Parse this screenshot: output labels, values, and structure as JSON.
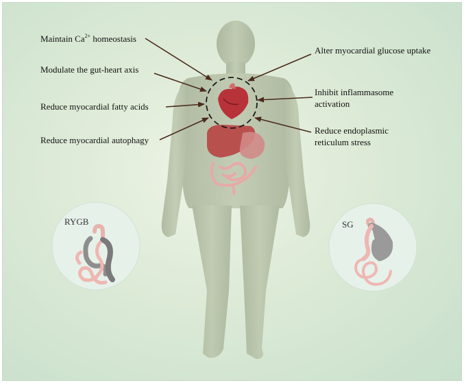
{
  "effects_left": [
    {
      "id": "calcium",
      "prefix": "Maintain Ca",
      "sup": "2+",
      "suffix": " homeostasis"
    },
    {
      "id": "gut-heart",
      "text": "Modulate the gut-heart axis"
    },
    {
      "id": "fatty-acids",
      "text": "Reduce myocardial fatty acids"
    },
    {
      "id": "autophagy",
      "text": "Reduce myocardial autophagy"
    }
  ],
  "effects_right": [
    {
      "id": "glucose",
      "text": "Alter myocardial glucose uptake"
    },
    {
      "id": "inflammasome",
      "line1": "Inhibit inflammasome",
      "line2": "activation"
    },
    {
      "id": "er-stress",
      "line1": "Reduce endoplasmic",
      "line2": "reticulum stress"
    }
  ],
  "procedures": {
    "left": "RYGB",
    "right": "SG"
  },
  "colors": {
    "background": "#dcead6",
    "body": "#aab59a",
    "heart": "#b8323a",
    "arrow": "#4a2a1c",
    "circle_fill": "#e8f2ea"
  }
}
